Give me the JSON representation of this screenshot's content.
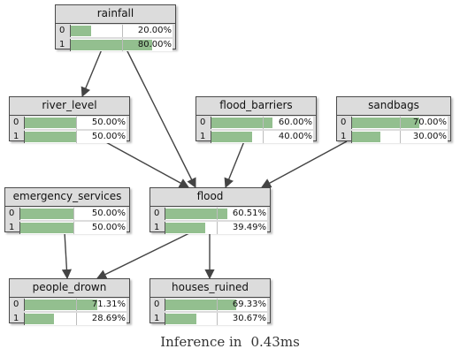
{
  "nodes": [
    {
      "id": "rainfall",
      "label": "rainfall",
      "states": [
        {
          "state": "0",
          "value": 20.0,
          "label": "20.00%"
        },
        {
          "state": "1",
          "value": 80.0,
          "label": "80.00%"
        }
      ]
    },
    {
      "id": "river_level",
      "label": "river_level",
      "states": [
        {
          "state": "0",
          "value": 50.0,
          "label": "50.00%"
        },
        {
          "state": "1",
          "value": 50.0,
          "label": "50.00%"
        }
      ]
    },
    {
      "id": "flood_barriers",
      "label": "flood_barriers",
      "states": [
        {
          "state": "0",
          "value": 60.0,
          "label": "60.00%"
        },
        {
          "state": "1",
          "value": 40.0,
          "label": "40.00%"
        }
      ]
    },
    {
      "id": "sandbags",
      "label": "sandbags",
      "states": [
        {
          "state": "0",
          "value": 70.0,
          "label": "70.00%"
        },
        {
          "state": "1",
          "value": 30.0,
          "label": "30.00%"
        }
      ]
    },
    {
      "id": "emergency_services",
      "label": "emergency_services",
      "states": [
        {
          "state": "0",
          "value": 50.0,
          "label": "50.00%"
        },
        {
          "state": "1",
          "value": 50.0,
          "label": "50.00%"
        }
      ]
    },
    {
      "id": "flood",
      "label": "flood",
      "states": [
        {
          "state": "0",
          "value": 60.51,
          "label": "60.51%"
        },
        {
          "state": "1",
          "value": 39.49,
          "label": "39.49%"
        }
      ]
    },
    {
      "id": "people_drown",
      "label": "people_drown",
      "states": [
        {
          "state": "0",
          "value": 71.31,
          "label": "71.31%"
        },
        {
          "state": "1",
          "value": 28.69,
          "label": "28.69%"
        }
      ]
    },
    {
      "id": "houses_ruined",
      "label": "houses_ruined",
      "states": [
        {
          "state": "0",
          "value": 69.33,
          "label": "69.33%"
        },
        {
          "state": "1",
          "value": 30.67,
          "label": "30.67%"
        }
      ]
    }
  ],
  "edges": [
    {
      "from": "rainfall",
      "to": "river_level"
    },
    {
      "from": "rainfall",
      "to": "flood"
    },
    {
      "from": "river_level",
      "to": "flood"
    },
    {
      "from": "flood_barriers",
      "to": "flood"
    },
    {
      "from": "sandbags",
      "to": "flood"
    },
    {
      "from": "emergency_services",
      "to": "people_drown"
    },
    {
      "from": "flood",
      "to": "people_drown"
    },
    {
      "from": "flood",
      "to": "houses_ruined"
    }
  ],
  "footer": {
    "prefix": "Inference in",
    "time": "0.43ms"
  },
  "colors": {
    "bar": "#93bf8f",
    "node_bg": "#dcdcdc",
    "edge": "#444444"
  }
}
